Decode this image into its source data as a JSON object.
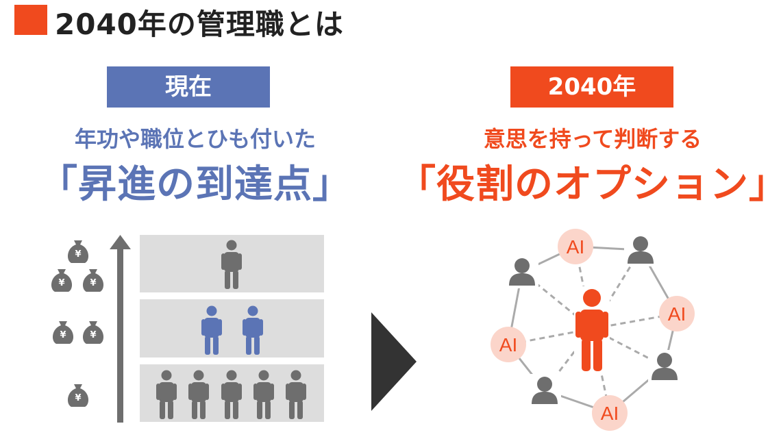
{
  "title": "2040年の管理職とは",
  "colors": {
    "accent": "#f04a1e",
    "current_blue": "#5b74b5",
    "gray_person": "#6e6e6e",
    "level_bg": "#dddddd",
    "arrow_dark": "#333333",
    "ai_circle": "#fbd5ca",
    "connector": "#aaaaaa"
  },
  "left": {
    "label": "現在",
    "subtitle": "年功や職位とひも付いた",
    "headline": "「昇進の到達点」"
  },
  "right": {
    "label": "2040年",
    "subtitle": "意思を持って判断する",
    "headline": "「役割のオプション」"
  },
  "icons": {
    "money_bag": "money-bag-icon",
    "money_symbol": "¥",
    "person": "person-icon",
    "ai_label": "AI"
  }
}
